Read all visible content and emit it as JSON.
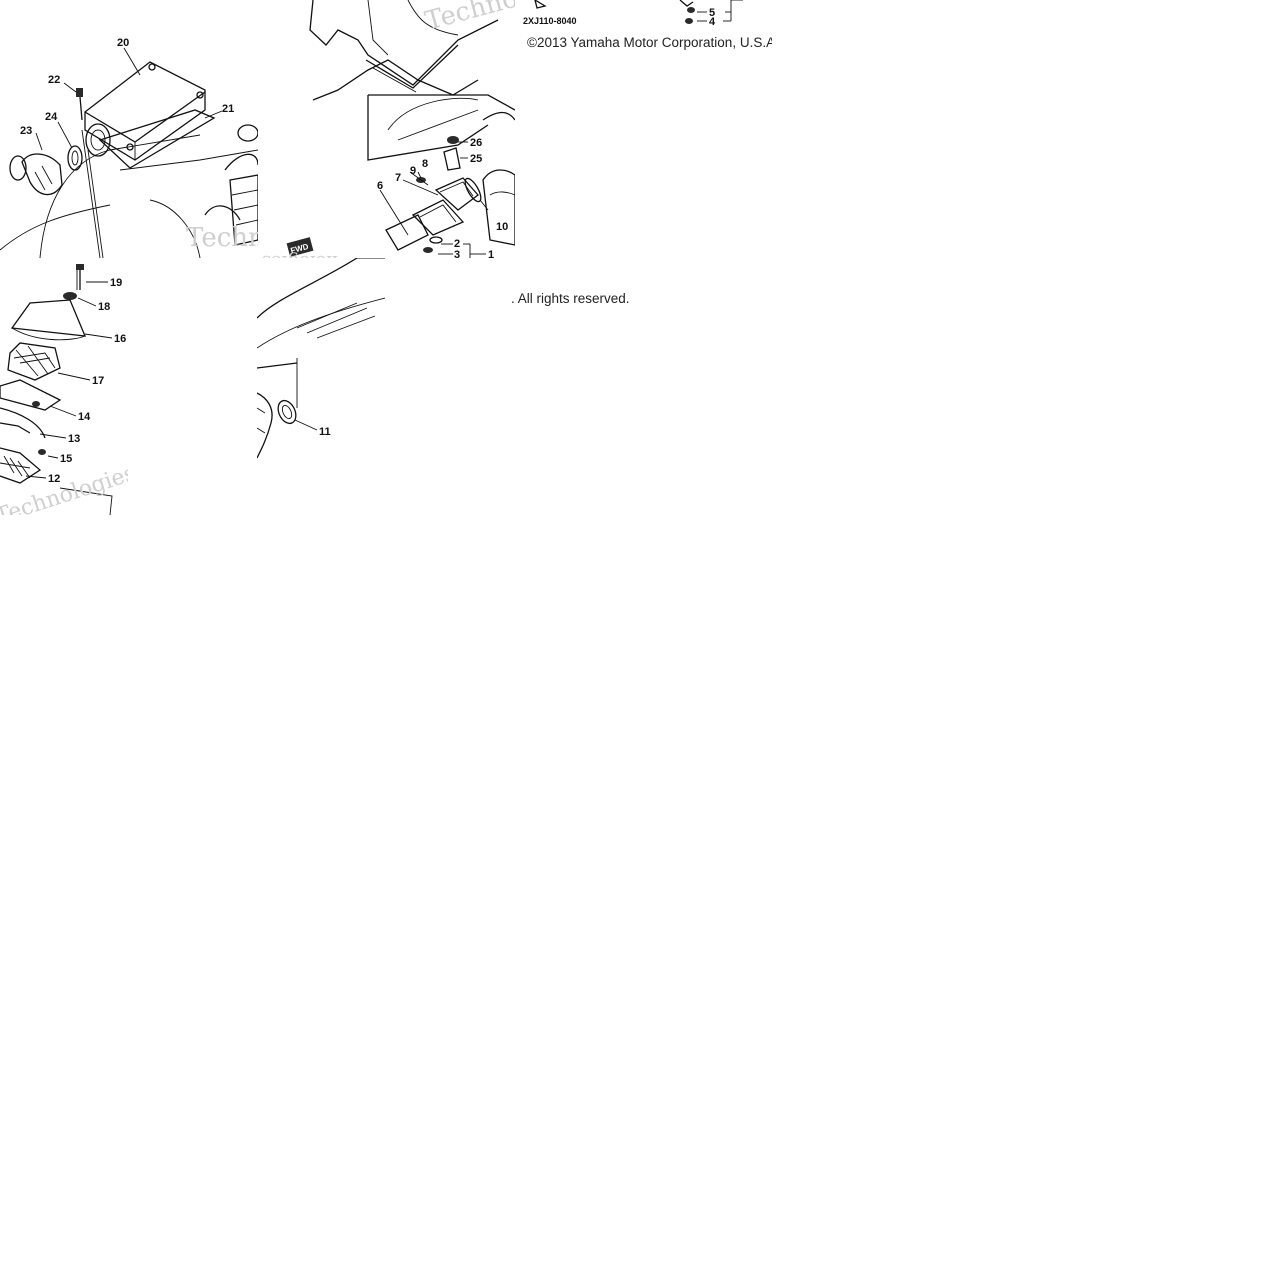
{
  "document": {
    "copyright_part_a": "©2013 Yamaha Motor Corporation, U.S.A",
    "copyright_part_b": ". All rights reserved.",
    "drawing_code": "2XJ110-8040",
    "watermark": "Technologies",
    "watermark_partial_a": "Techno",
    "watermark_partial_b": "nologies",
    "watermark_fragment": "Techno",
    "fwd_label": "FWD"
  },
  "callouts": {
    "c1": "1",
    "c2": "2",
    "c3": "3",
    "c4": "4",
    "c5": "5",
    "c6": "6",
    "c7": "7",
    "c8": "8",
    "c9": "9",
    "c10": "10",
    "c11": "11",
    "c12": "12",
    "c13": "13",
    "c14": "14",
    "c15": "15",
    "c16": "16",
    "c17": "17",
    "c18": "18",
    "c19": "19",
    "c20": "20",
    "c21": "21",
    "c22": "22",
    "c23": "23",
    "c24": "24",
    "c25": "25",
    "c26": "26"
  }
}
